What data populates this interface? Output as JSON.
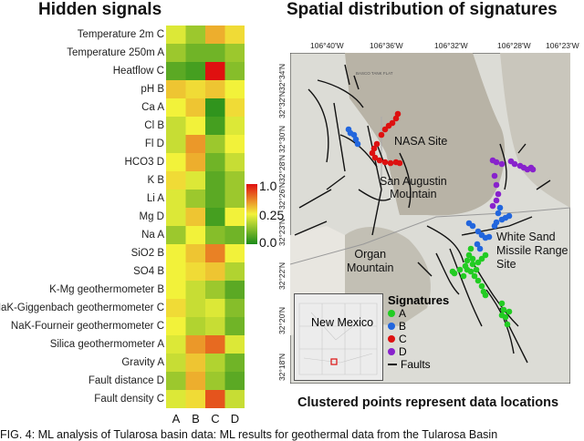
{
  "left_title": "Hidden signals",
  "right_title": "Spatial distribution of signatures",
  "heatmap": {
    "rows": [
      "Temperature 2m C",
      "Temperature 250m A",
      "Heatflow C",
      "pH B",
      "Ca A",
      "Cl B",
      "Fl D",
      "HCO3 D",
      "K B",
      "Li A",
      "Mg D",
      "Na A",
      "SiO2 B",
      "SO4 B",
      "K-Mg geothermometer B",
      "NaK-Giggenbach geothermometer C",
      "NaK-Fourneir geothermometer C",
      "Silica geothermometer A",
      "Gravity A",
      "Fault distance D",
      "Fault density C"
    ],
    "columns": [
      "A",
      "B",
      "C",
      "D"
    ],
    "values": [
      [
        0.45,
        0.3,
        0.65,
        0.55
      ],
      [
        0.3,
        0.2,
        0.2,
        0.3
      ],
      [
        0.15,
        0.1,
        1.0,
        0.25
      ],
      [
        0.6,
        0.55,
        0.6,
        0.5
      ],
      [
        0.5,
        0.6,
        0.05,
        0.55
      ],
      [
        0.4,
        0.5,
        0.1,
        0.45
      ],
      [
        0.4,
        0.7,
        0.3,
        0.5
      ],
      [
        0.5,
        0.65,
        0.2,
        0.4
      ],
      [
        0.55,
        0.45,
        0.15,
        0.3
      ],
      [
        0.45,
        0.3,
        0.15,
        0.3
      ],
      [
        0.45,
        0.6,
        0.1,
        0.5
      ],
      [
        0.3,
        0.5,
        0.25,
        0.2
      ],
      [
        0.5,
        0.6,
        0.75,
        0.5
      ],
      [
        0.5,
        0.55,
        0.6,
        0.35
      ],
      [
        0.5,
        0.4,
        0.3,
        0.15
      ],
      [
        0.55,
        0.4,
        0.45,
        0.25
      ],
      [
        0.5,
        0.35,
        0.4,
        0.2
      ],
      [
        0.45,
        0.7,
        0.8,
        0.45
      ],
      [
        0.4,
        0.6,
        0.35,
        0.2
      ],
      [
        0.3,
        0.65,
        0.3,
        0.15
      ],
      [
        0.45,
        0.55,
        0.85,
        0.4
      ]
    ],
    "colorbar_ticks": [
      "1.0",
      "0.25",
      "0.0"
    ],
    "colormap": [
      "#1a8a1a",
      "#f2f23a",
      "#e01010"
    ]
  },
  "map": {
    "lon_labels": [
      "106°40'W",
      "106°36'W",
      "106°32'W",
      "106°28'W",
      "106°23'W"
    ],
    "lat_labels": [
      "32°34'N",
      "32°32'N",
      "32°30'N",
      "32°28'N",
      "32°26'N",
      "32°23'N",
      "32°22'N",
      "32°20'N",
      "32°18'N"
    ],
    "site_labels": {
      "nasa": "NASA Site",
      "san_augustin": "San Augustin\nMountain",
      "white_sand": "White Sand\nMissile Range\nSite",
      "organ": "Organ\nMountain"
    },
    "inset_label": "New Mexico",
    "legend": {
      "title": "Signatures",
      "items": [
        {
          "label": "A",
          "color": "#22cc22"
        },
        {
          "label": "B",
          "color": "#2266dd"
        },
        {
          "label": "C",
          "color": "#dd1111"
        },
        {
          "label": "D",
          "color": "#8822cc"
        }
      ],
      "faults_label": "Faults"
    },
    "small_text": "BASCO TANK FLAT"
  },
  "bottom_caption": "Clustered points represent data locations",
  "footer_text": "FIG. 4: ML analysis of Tularosa basin data: ML results for geothermal data from the Tularosa Basin"
}
